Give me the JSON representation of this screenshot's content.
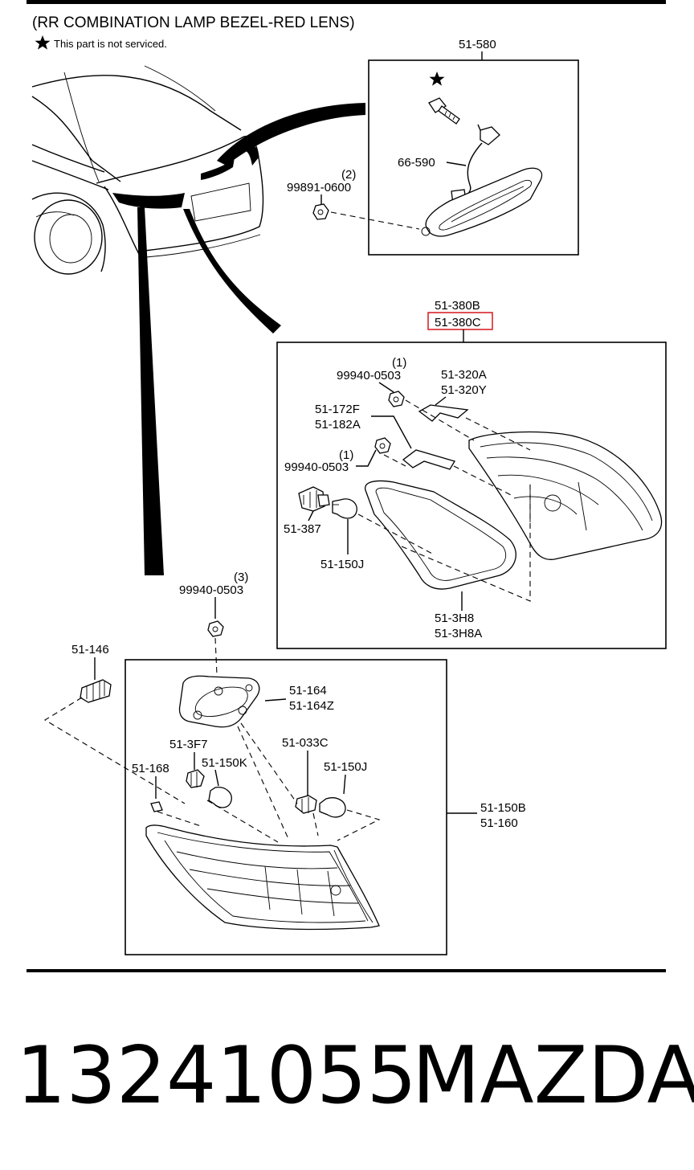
{
  "header": {
    "title": "(RR COMBINATION LAMP BEZEL-RED LENS)",
    "note": "This part is not serviced."
  },
  "labels": {
    "assy_580": "51-580",
    "harness": "66-590",
    "nut_qty_2": "(2)",
    "nut_0600": "99891-0600",
    "assy_380b": "51-380B",
    "assy_380c": "51-380C",
    "nut_qty_1a": "(1)",
    "nut_0503_a": "99940-0503",
    "p_320a": "51-320A",
    "p_320y": "51-320Y",
    "p_172f": "51-172F",
    "p_182a": "51-182A",
    "nut_qty_1b": "(1)",
    "nut_0503_b": "99940-0503",
    "socket_387": "51-387",
    "bulb_150j_a": "51-150J",
    "gasket_3h8": "51-3H8",
    "gasket_3h8a": "51-3H8A",
    "nut_qty_3": "(3)",
    "nut_0503_c": "99940-0503",
    "p_146": "51-146",
    "p_164": "51-164",
    "p_164z": "51-164Z",
    "p_3f7": "51-3F7",
    "bulb_150k": "51-150K",
    "p_168": "51-168",
    "p_033c": "51-033C",
    "bulb_150j_b": "51-150J",
    "assy_150b": "51-150B",
    "assy_160": "51-160"
  },
  "footer": {
    "part_number": "13241055",
    "brand": "MAZDA"
  },
  "highlight_color": "#d9252b"
}
